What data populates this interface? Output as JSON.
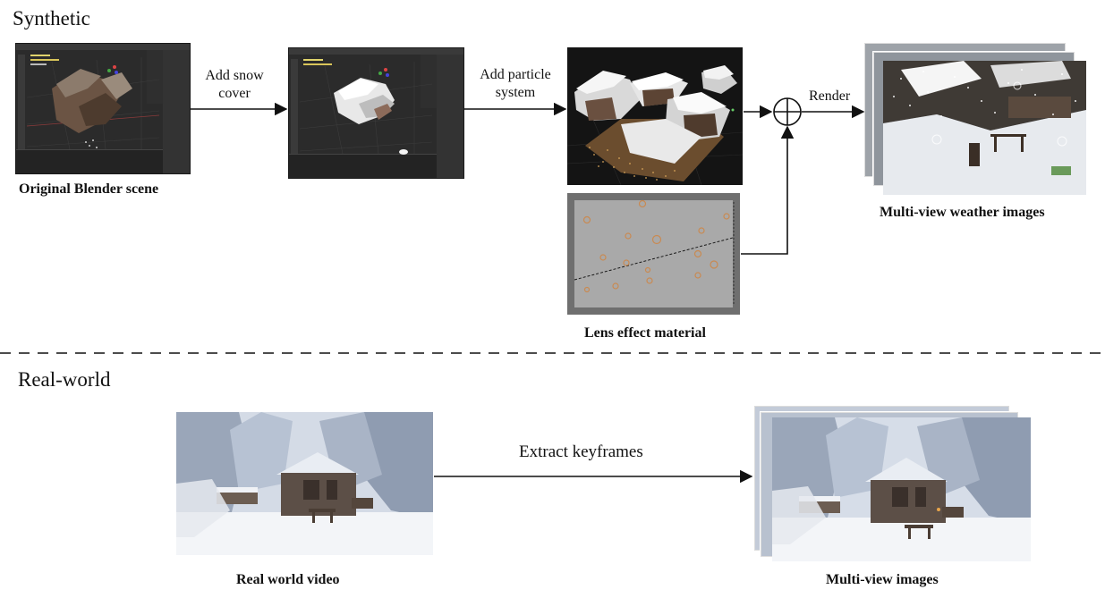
{
  "sections": {
    "synthetic": "Synthetic",
    "real_world": "Real-world"
  },
  "synthetic": {
    "captions": {
      "original_scene": "Original Blender scene",
      "lens_material": "Lens effect material",
      "multiview_weather": "Multi-view weather images"
    },
    "steps": {
      "snow_line1": "Add snow",
      "snow_line2": "cover",
      "particle_line1": "Add particle",
      "particle_line2": "system",
      "render": "Render"
    }
  },
  "real": {
    "captions": {
      "video": "Real world video",
      "multiview": "Multi-view images"
    },
    "steps": {
      "extract": "Extract keyframes"
    }
  },
  "colors": {
    "blender_bg": "#2b2b2b",
    "snow": "#f2f4f7",
    "lens_gray": "#a9a9a9",
    "bokeh": "#c98a52",
    "wood": "#5a4636"
  }
}
